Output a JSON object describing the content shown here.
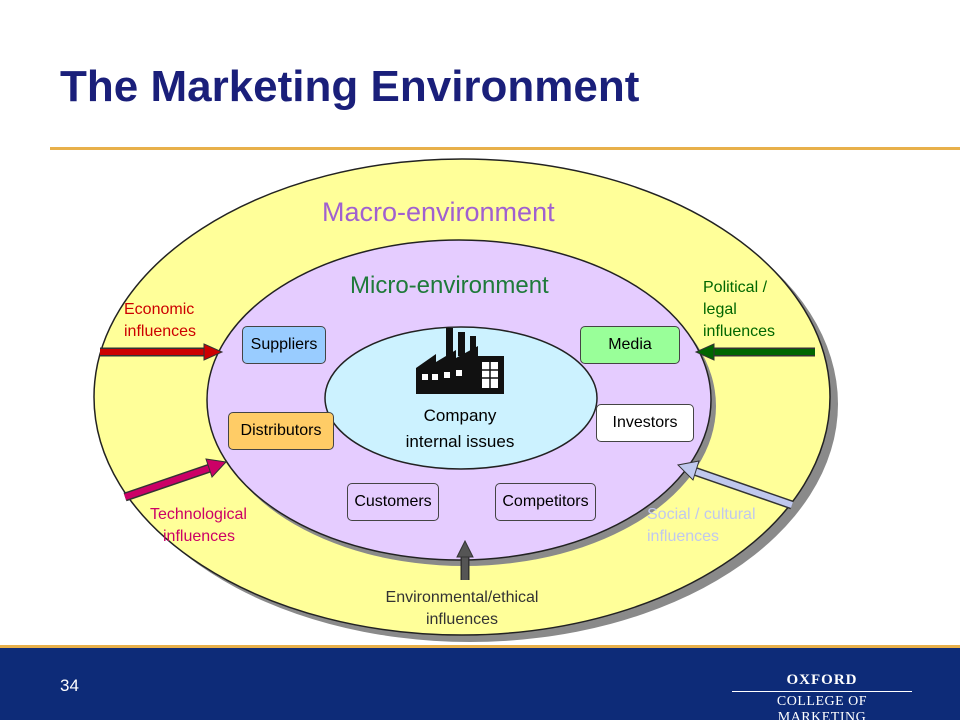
{
  "title": "The Marketing Environment",
  "macro_label": "Macro-environment",
  "micro_label": "Micro-environment",
  "company": {
    "line1": "Company",
    "line2": "internal issues",
    "icon": "factory-icon"
  },
  "micro_items": {
    "suppliers": "Suppliers",
    "distributors": "Distributors",
    "customers": "Customers",
    "competitors": "Competitors",
    "media": "Media",
    "investors": "Investors"
  },
  "influences": {
    "economic": {
      "line1": "Economic",
      "line2": "influences"
    },
    "technological": {
      "line1": "Technological",
      "line2": "influences"
    },
    "environmental": {
      "line1": "Environmental/ethical",
      "line2": "influences"
    },
    "social": {
      "line1": "Social / cultural",
      "line2": "influences"
    },
    "political": {
      "line1": "Political /",
      "line2": "legal",
      "line3": "influences"
    }
  },
  "footer": {
    "page_number": "34",
    "logo_line1": "OXFORD",
    "logo_line2": "COLLEGE OF MARKETING"
  },
  "colors": {
    "title": "#1a1f7a",
    "rule": "#e8b04a",
    "macro_fill": "#ffff99",
    "micro_fill": "#e5ccff",
    "company_fill": "#ccf2ff",
    "suppliers_fill": "#99ccff",
    "distributors_fill": "#ffcc66",
    "media_fill": "#99ff99",
    "economic": "#cc0000",
    "technological": "#cc0066",
    "environmental": "#555555",
    "social": "#c0c8ee",
    "political": "#006600",
    "footer_bg": "#0d2b78"
  }
}
